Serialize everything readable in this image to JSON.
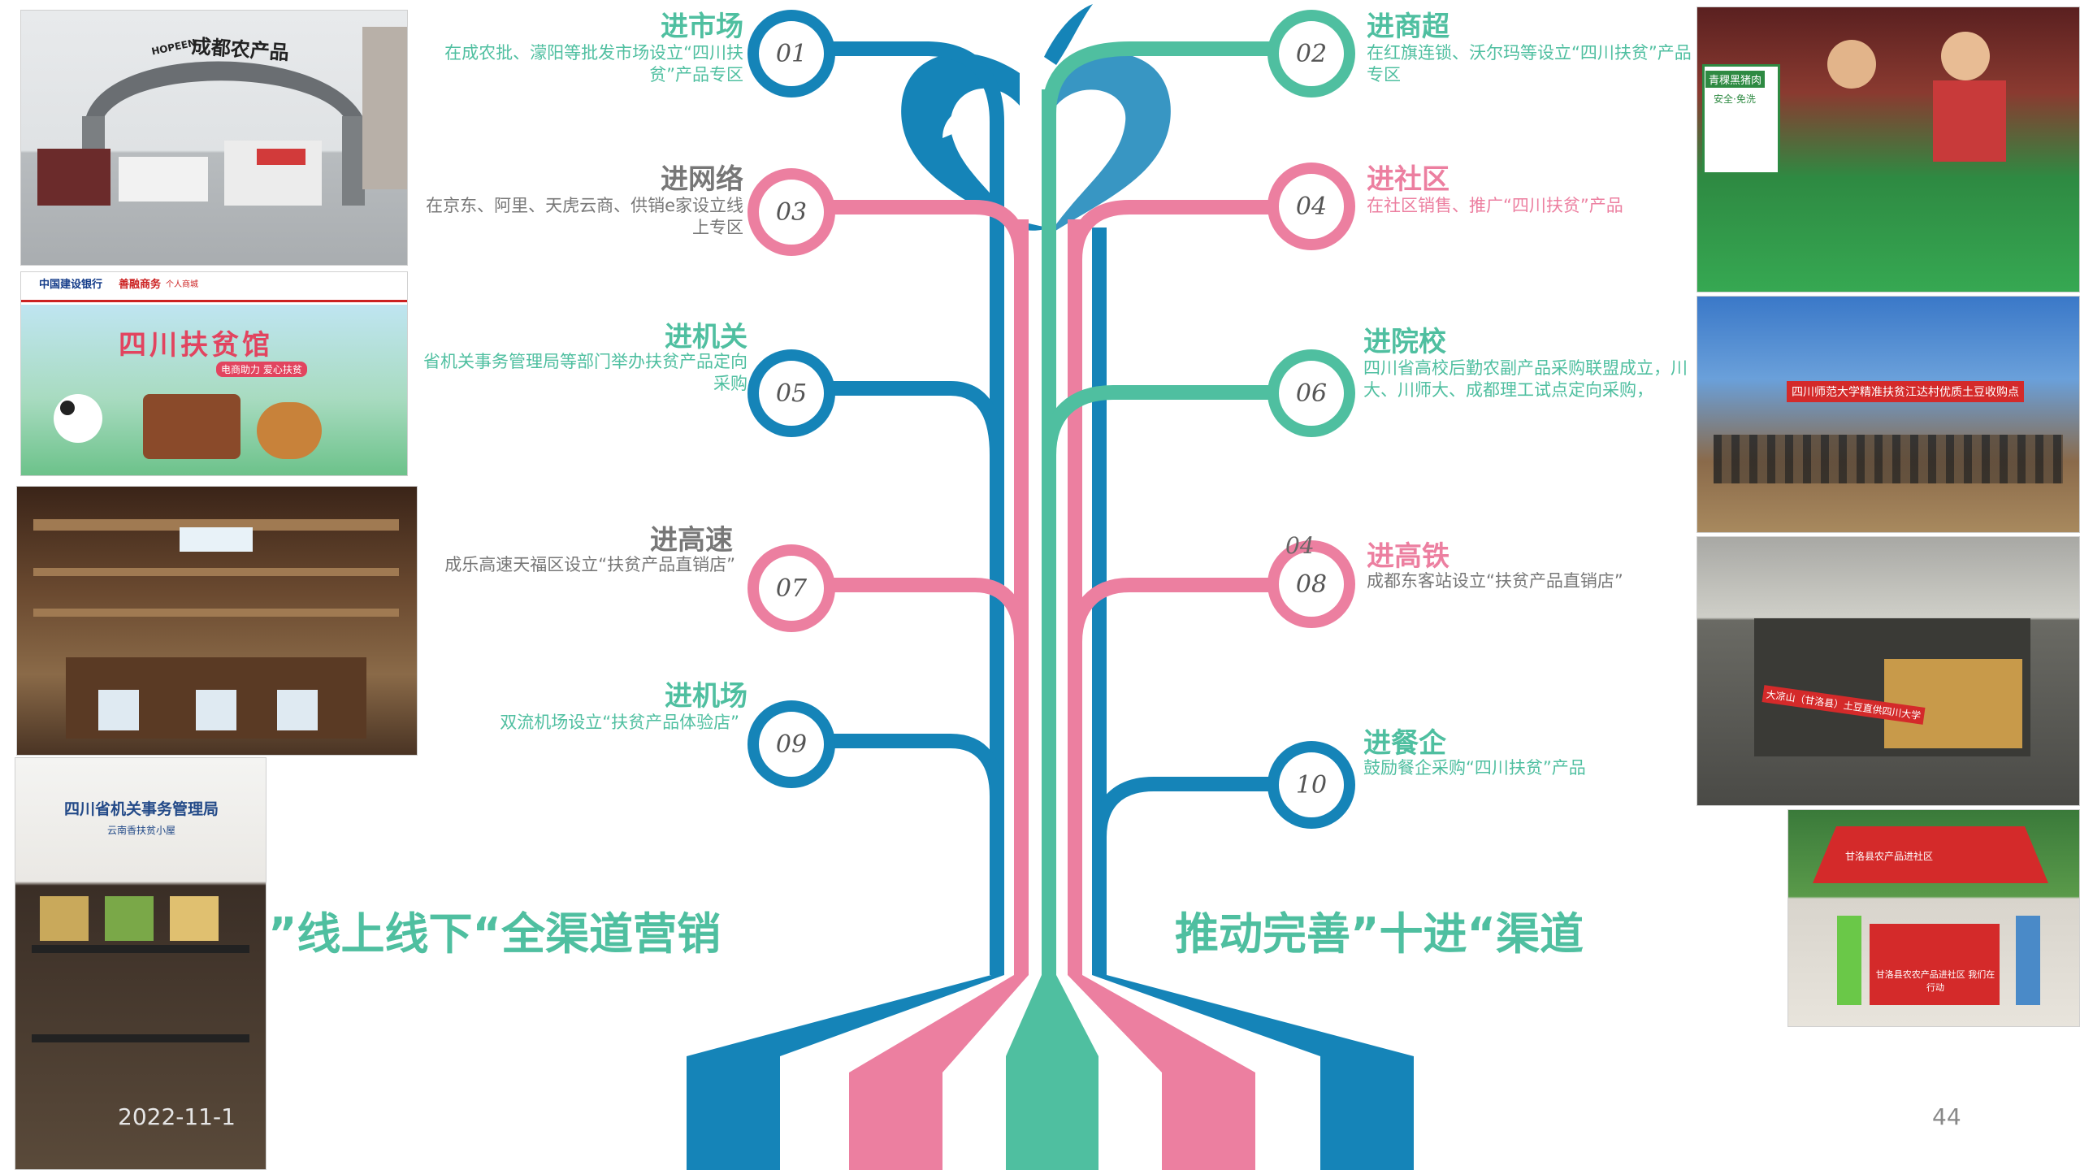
{
  "colors": {
    "blue": "#1584b8",
    "pink": "#ec7fa0",
    "green": "#4fbfa0",
    "gray": "#777777"
  },
  "nodes": [
    {
      "num": "01",
      "title": "进市场",
      "desc": "在成农批、濛阳等批发市场设立“四川扶贫”产品专区"
    },
    {
      "num": "02",
      "title": "进商超",
      "desc": "在红旗连锁、沃尔玛等设立“四川扶贫”产品专区"
    },
    {
      "num": "03",
      "title": "进网络",
      "desc": "在京东、阿里、天虎云商、供销e家设立线上专区"
    },
    {
      "num": "04",
      "title": "进社区",
      "desc": "在社区销售、推广“四川扶贫”产品"
    },
    {
      "num": "05",
      "title": "进机关",
      "desc": "省机关事务管理局等部门举办扶贫产品定向采购"
    },
    {
      "num": "06",
      "title": "进院校",
      "desc": "四川省高校后勤农副产品采购联盟成立，川大、川师大、成都理工试点定向采购，"
    },
    {
      "num": "07",
      "title": "进高速",
      "desc": "成乐高速天福区设立“扶贫产品直销店”"
    },
    {
      "num": "08",
      "numGhost": "04",
      "title": "进高铁",
      "desc": "成都东客站设立“扶贫产品直销店”"
    },
    {
      "num": "09",
      "title": "进机场",
      "desc": "双流机场设立“扶贫产品体验店”"
    },
    {
      "num": "10",
      "title": "进餐企",
      "desc": "鼓励餐企采购“四川扶贫”产品"
    }
  ],
  "slogans": {
    "left": "”线上线下“全渠道营销",
    "right": "推动完善”十进“渠道"
  },
  "photos": {
    "market_gate_logo": "HOPEEN",
    "market_gate_sign": "成都农产品",
    "bank_header": "中国建设银行",
    "bank_shop": "善融商务",
    "bank_shop_sub": "个人商城",
    "pavilion_title": "四川扶贫馆",
    "pavilion_sub": "电商助力  爱心扶贫",
    "office_title": "四川省机关事务管理局",
    "office_sub": "云南香扶贫小屋",
    "supermarket_sign": "青稞黑猪肉",
    "supermarket_sign2": "安全·免洗",
    "university_banner": "四川师范大学精准扶贫江达村优质土豆收购点",
    "truck_banner": "大凉山（甘洛县）土豆直供四川大学",
    "tent_banner": "甘洛县农农产品进社区 我们在行动",
    "tent_top": "甘洛县农产品进社区"
  },
  "footer": {
    "date": "2022-11-1",
    "page": "44"
  }
}
